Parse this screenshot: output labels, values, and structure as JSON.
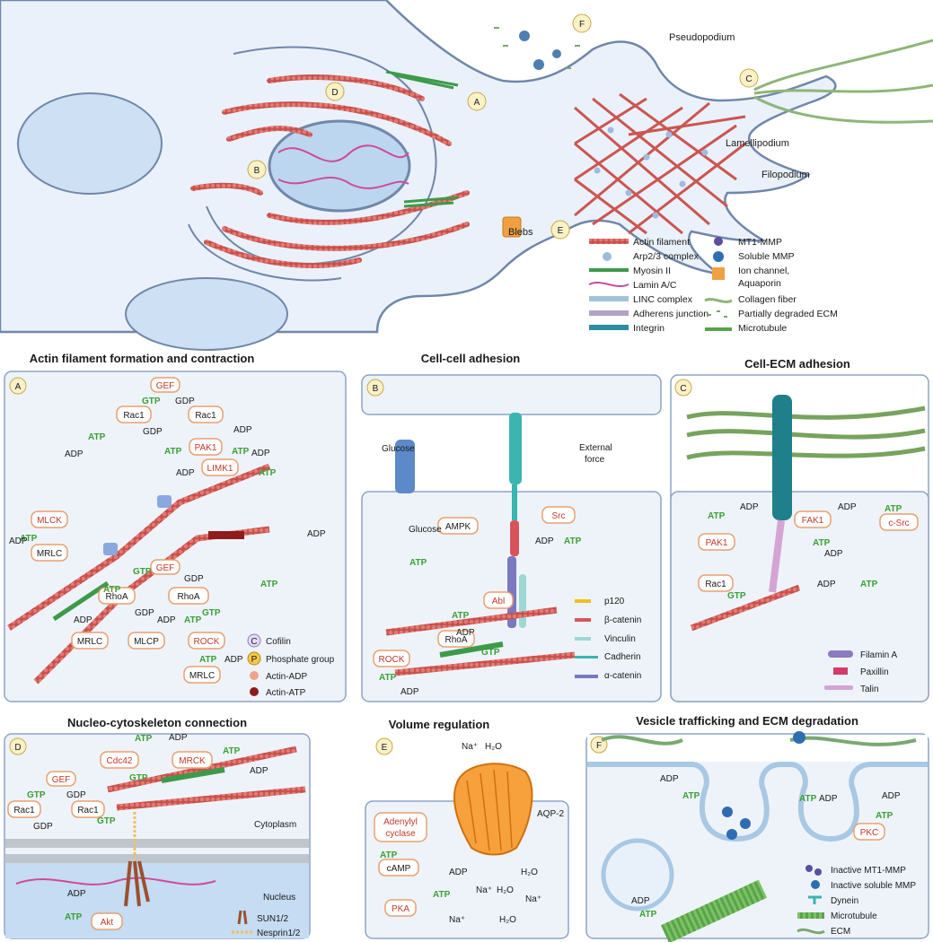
{
  "overview": {
    "markers": [
      "A",
      "B",
      "C",
      "D",
      "E",
      "F"
    ],
    "labels": {
      "pseudopodium": "Pseudopodium",
      "lamellipodium": "Lamellipodium",
      "filopodium": "Filopodium",
      "blebs": "Blebs"
    },
    "legend": [
      {
        "label": "Actin filament",
        "icon": "actin-icon"
      },
      {
        "label": "Arp2/3 complex",
        "icon": "arp-icon"
      },
      {
        "label": "Myosin II",
        "icon": "myosin-icon"
      },
      {
        "label": "Lamin A/C",
        "icon": "lamin-icon"
      },
      {
        "label": "LINC complex",
        "icon": "linc-icon"
      },
      {
        "label": "Adherens junction",
        "icon": "junction-icon"
      },
      {
        "label": "Integrin",
        "icon": "integrin-icon"
      },
      {
        "label": "MT1-MMP",
        "icon": "mt1mmp-icon"
      },
      {
        "label": "Soluble MMP",
        "icon": "soluble-mmp-icon"
      },
      {
        "label": "Ion channel,",
        "icon": "ion-channel-icon"
      },
      {
        "label": "Aquaporin",
        "icon": ""
      },
      {
        "label": "Collagen fiber",
        "icon": "collagen-icon"
      },
      {
        "label": "Partially degraded ECM",
        "icon": "ecm-icon"
      },
      {
        "label": "Microtubule",
        "icon": "microtubule-icon"
      }
    ]
  },
  "panels": {
    "A": {
      "title": "Actin filament formation and contraction",
      "letter": "A",
      "text": {
        "gef1": "GEF",
        "gtp1": "GTP",
        "gdp1": "GDP",
        "rac1a": "Rac1",
        "gdp2": "GDP",
        "rac1b": "Rac1",
        "adp1": "ADP",
        "atp1": "ATP",
        "adp2": "ADP",
        "atp2": "ATP",
        "pak1": "PAK1",
        "atp3": "ATP",
        "adp3": "ADP",
        "adp4": "ADP",
        "limk1": "LIMK1",
        "atp4": "ATP",
        "mlck": "MLCK",
        "atp5": "ATP",
        "adp5": "ADP",
        "mrlc1": "MRLC",
        "gtp2": "GTP",
        "gef2": "GEF",
        "gdp3": "GDP",
        "rhoa1": "RhoA",
        "gdp4": "GDP",
        "rhoa2": "RhoA",
        "gtp3": "GTP",
        "atp6": "ATP",
        "adp6": "ADP",
        "adp7": "ADP",
        "atp7": "ATP",
        "mrlc2": "MRLC",
        "mlcp": "MLCP",
        "rock": "ROCK",
        "atp8": "ATP",
        "adp8": "ADP",
        "mrlc3": "MRLC",
        "adp9": "ADP",
        "atp9": "ATP"
      },
      "legend": [
        {
          "label": "Cofilin",
          "sym": "C"
        },
        {
          "label": "Phosphate group",
          "sym": "P"
        },
        {
          "label": "Actin-ADP"
        },
        {
          "label": "Actin-ATP"
        }
      ]
    },
    "B": {
      "title": "Cell-cell adhesion",
      "letter": "B",
      "text": {
        "glucose1": "Glucose",
        "glucose2": "Glucose",
        "ext1": "External",
        "ext2": "force",
        "ampk": "AMPK",
        "src": "Src",
        "adp1": "ADP",
        "atp1": "ATP",
        "atp2": "ATP",
        "abl": "Abl",
        "atp3": "ATP",
        "adp2": "ADP",
        "rhoa": "RhoA",
        "gtp": "GTP",
        "rock": "ROCK",
        "atp4": "ATP",
        "adp3": "ADP"
      },
      "legend": [
        "p120",
        "β-catenin",
        "Vinculin",
        "Cadherin",
        "α-catenin"
      ]
    },
    "C": {
      "title": "Cell-ECM adhesion",
      "letter": "C",
      "text": {
        "atp1": "ATP",
        "adp1": "ADP",
        "pak1": "PAK1",
        "fak1": "FAK1",
        "adp2": "ADP",
        "atp2": "ATP",
        "atp3": "ATP",
        "adp3": "ADP",
        "csrc": "c-Src",
        "rac1": "Rac1",
        "gtp": "GTP",
        "adp4": "ADP",
        "atp4": "ATP"
      },
      "legend": [
        "Filamin A",
        "Paxillin",
        "Talin"
      ]
    },
    "D": {
      "title": "Nucleo-cytoskeleton connection",
      "letter": "D",
      "text": {
        "atp1": "ATP",
        "adp1": "ADP",
        "cdc42": "Cdc42",
        "mrck": "MRCK",
        "gtp1": "GTP",
        "atp2": "ATP",
        "adp2": "ADP",
        "gef": "GEF",
        "gtp2": "GTP",
        "gdp1": "GDP",
        "rac1a": "Rac1",
        "rac1b": "Rac1",
        "gdp2": "GDP",
        "gtp3": "GTP",
        "cytoplasm": "Cytoplasm",
        "nucleus": "Nucleus",
        "adp3": "ADP",
        "atp3": "ATP",
        "akt": "Akt"
      },
      "legend": [
        "SUN1/2",
        "Nesprin1/2"
      ]
    },
    "E": {
      "title": "Volume regulation",
      "letter": "E",
      "text": {
        "na1": "Na⁺",
        "h2o1": "H₂O",
        "aqp": "AQP-2",
        "adenylyl1": "Adenylyl",
        "adenylyl2": "cyclase",
        "atp1": "ATP",
        "camp": "cAMP",
        "adp1": "ADP",
        "na2": "Na⁺",
        "h2o2": "H₂O",
        "h2o3": "H₂O",
        "na3": "Na⁺",
        "pka": "PKA",
        "atp2": "ATP",
        "na4": "Na⁺",
        "h2o4": "H₂O"
      }
    },
    "F": {
      "title": "Vesicle trafficking and ECM degradation",
      "letter": "F",
      "text": {
        "adp1": "ADP",
        "atp1": "ATP",
        "atp2": "ATP",
        "adp2": "ADP",
        "adp3": "ADP",
        "atp3": "ATP",
        "pkc": "PKC",
        "adp4": "ADP",
        "atp4": "ATP"
      },
      "legend": [
        "Inactive MT1-MMP",
        "Inactive soluble MMP",
        "Dynein",
        "Microtubule",
        "ECM"
      ]
    }
  }
}
